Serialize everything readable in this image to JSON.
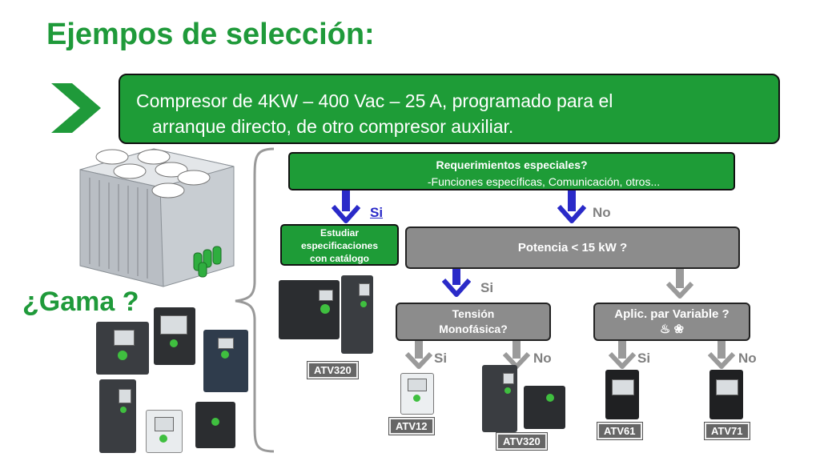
{
  "title": "Ejempos de selección:",
  "question": {
    "line1": "Compresor  de  4KW – 400 Vac – 25 A, programado para el",
    "line2": "arranque directo, de otro compresor auxiliar."
  },
  "gama_label": "¿Gama ?",
  "boxes": {
    "requirements_title": "Requerimientos especiales?",
    "requirements_sub": "-Funciones específicas, Comunicación, otros...",
    "study": [
      "Estudiar",
      "especificaciones",
      "con catálogo"
    ],
    "power": "Potencia < 15 kW ?",
    "tension": [
      "Tensión",
      "Monofásica?"
    ],
    "aplic": "Aplic. par Variable ?",
    "aplic_icons": "♨ ❀"
  },
  "labels": {
    "si_req": "Si",
    "no_req": "No",
    "si_pow": "Si",
    "si_ten": "Si",
    "no_ten": "No",
    "si_apl": "Si",
    "no_apl": "No"
  },
  "products": {
    "atv320_a": "ATV320",
    "atv12": "ATV12",
    "atv320_b": "ATV320",
    "atv61": "ATV61",
    "atv71": "ATV71"
  },
  "colors": {
    "brand_green": "#1e9c37",
    "title_green": "#1f9a3a",
    "box_grey": "#8c8c8c",
    "arrow_blue": "#2a2ac8",
    "arrow_grey": "#9a9a9a"
  }
}
